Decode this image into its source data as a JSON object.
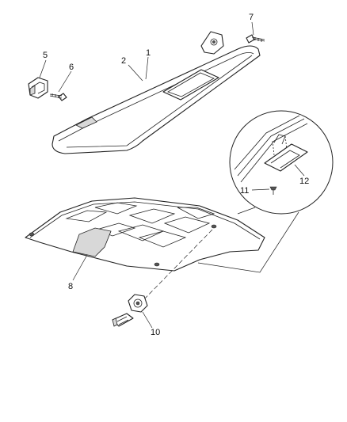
{
  "callouts": [
    "1",
    "2",
    "5",
    "6",
    "7",
    "8",
    "10",
    "11",
    "12"
  ]
}
